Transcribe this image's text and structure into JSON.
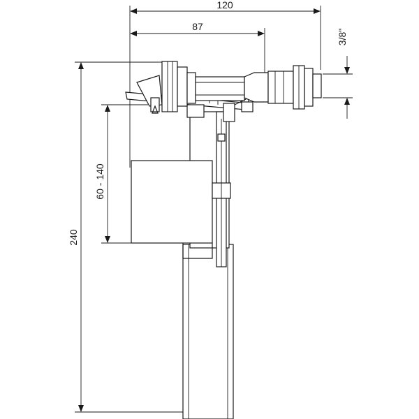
{
  "dimensions": {
    "overall_width": "120",
    "arm_width": "87",
    "thread": "3/8\"",
    "overall_height": "240",
    "adjust_range": "60 - 140"
  }
}
